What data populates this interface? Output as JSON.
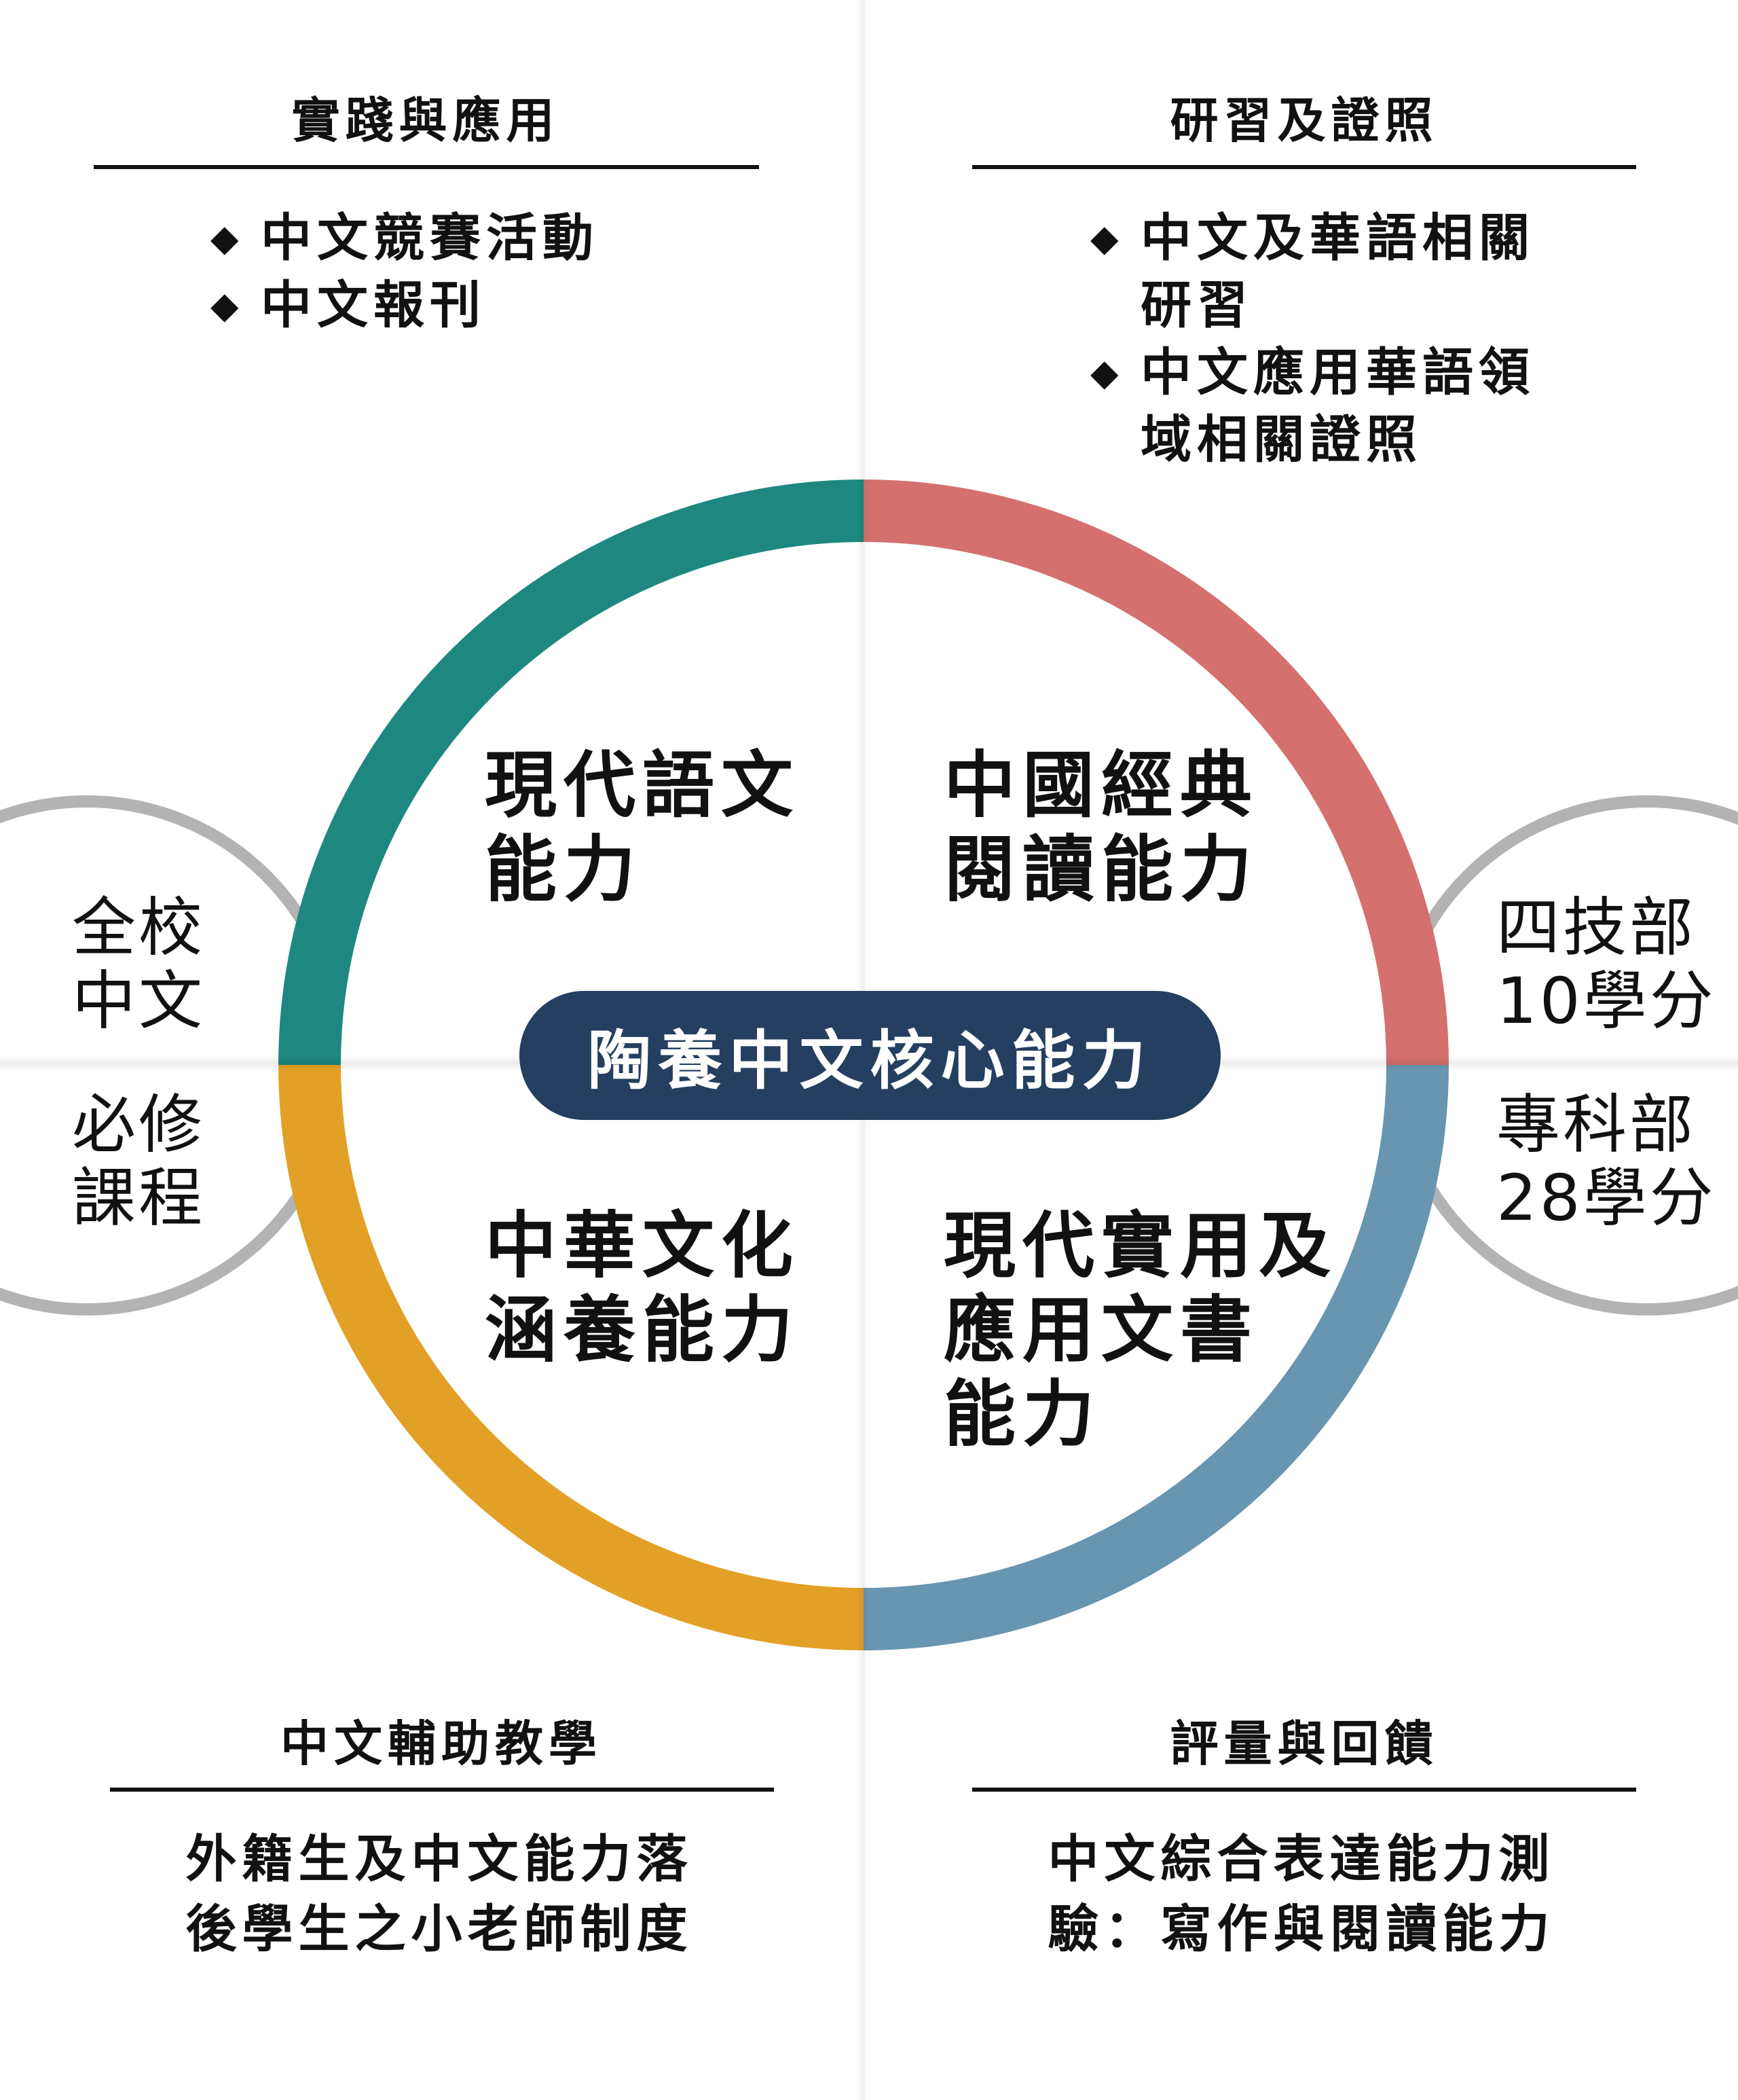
{
  "colors": {
    "teal": "#1e8880",
    "red": "#d4706e",
    "gold": "#e3a026",
    "blue": "#6895b0",
    "pill": "#253f61",
    "side_ring": "#b3b3b3"
  },
  "top_left": {
    "heading": "實踐與應用",
    "items": [
      "中文競賽活動",
      "中文報刊"
    ]
  },
  "top_right": {
    "heading": "研習及證照",
    "items": [
      [
        "中文及華語相關",
        "研習"
      ],
      [
        "中文應用華語領",
        "域相關證照"
      ]
    ]
  },
  "bottom_left": {
    "heading": "中文輔助教學",
    "lines": [
      "外籍生及中文能力落",
      "後學生之小老師制度"
    ]
  },
  "bottom_right": {
    "heading": "評量與回饋",
    "lines": [
      "中文綜合表達能力測",
      "驗：寫作與閱讀能力"
    ]
  },
  "quadrants": {
    "top_left": [
      "現代語文",
      "能力"
    ],
    "top_right": [
      "中國經典",
      "閱讀能力"
    ],
    "bottom_left": [
      "中華文化",
      "涵養能力"
    ],
    "bottom_right": [
      "現代實用及",
      "應用文書",
      "能力"
    ]
  },
  "center_label": "陶養中文核心能力",
  "left_side": {
    "top": [
      "全校",
      "中文"
    ],
    "bottom": [
      "必修",
      "課程"
    ]
  },
  "right_side": {
    "top": [
      "四技部",
      "10學分"
    ],
    "bottom": [
      "專科部",
      "28學分"
    ]
  },
  "bullet_icon": "diamond-icon"
}
